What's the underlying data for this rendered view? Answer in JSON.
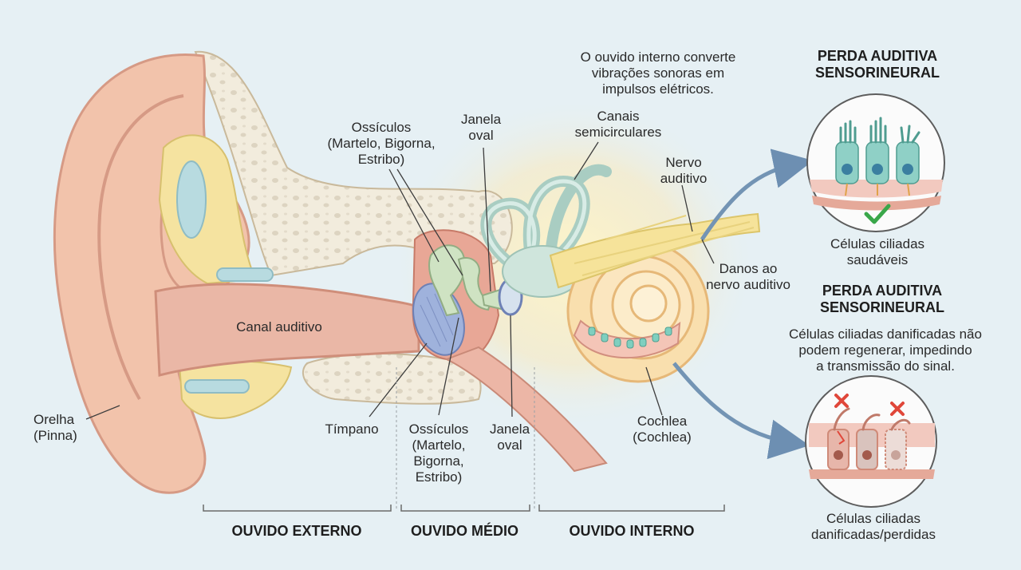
{
  "labels": {
    "orelha": "Orelha\n(Pinna)",
    "canal": "Canal auditivo",
    "timpano": "Tímpano",
    "ossiculos_top": "Ossículos\n(Martelo, Bigorna,\nEstribo)",
    "ossiculos_bottom": "Ossículos\n(Martelo,\nBigorna,\nEstribo)",
    "janela_top": "Janela\noval",
    "janela_bottom": "Janela\noval",
    "canais": "Canais\nsemicirculares",
    "nervo": "Nervo\nauditivo",
    "danos": "Danos ao\nnervo auditivo",
    "cochlea": "Cochlea\n(Cochlea)"
  },
  "intro_text": "O ouvido interno converte\nvibrações sonoras em\nimpulsos elétricos.",
  "panel_top": {
    "heading": "PERDA AUDITIVA\nSENSORINEURAL",
    "caption": "Células ciliadas\nsaudáveis"
  },
  "panel_bottom": {
    "heading": "PERDA AUDITIVA\nSENSORINEURAL",
    "description": "Células ciliadas danificadas não\npodem regenerar, impedindo\na transmissão do sinal.",
    "caption": "Células ciliadas\ndanificadas/perdidas"
  },
  "sections": {
    "externo": "OUVIDO EXTERNO",
    "medio": "OUVIDO MÉDIO",
    "interno": "OUVIDO INTERNO"
  },
  "colors": {
    "skin": "#f2c3ab",
    "canal": "#eab7a6",
    "cartilage": "#f5e3a0",
    "bone": "#f1ebdc",
    "eardrum": "#9fb2dc",
    "ossicle": "#cfe3c3",
    "semicircular": "#b9d8cf",
    "cochlea": "#f9dfae",
    "nerve": "#f6e39a",
    "arrow": "#7394b4",
    "check": "#3aa74a",
    "cross": "#e0473a"
  }
}
